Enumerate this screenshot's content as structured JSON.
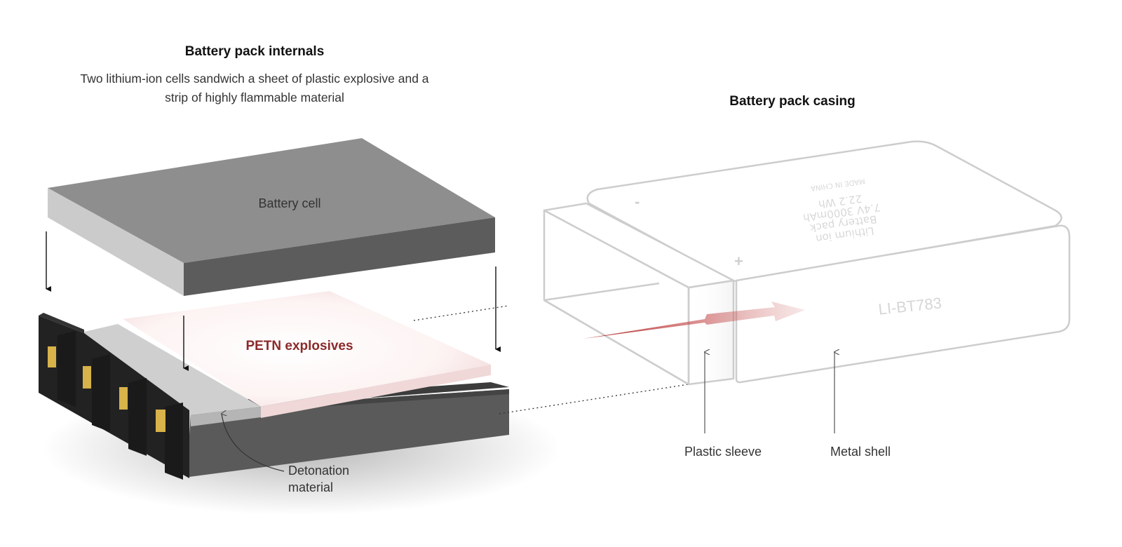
{
  "internals": {
    "title": "Battery pack internals",
    "subtitle_line1": "Two lithium-ion cells sandwich a sheet of plastic explosive and a",
    "subtitle_line2": "strip of highly flammable material",
    "labels": {
      "battery_cell": "Battery cell",
      "petn": "PETN explosives",
      "detonation_line1": "Detonation",
      "detonation_line2": "material"
    }
  },
  "casing": {
    "title": "Battery pack casing",
    "model": "LI-BT783",
    "label_lines": [
      "Lithium ion",
      "Battery pack",
      "7.4V 3000mAh",
      "22.2 Wh",
      "MADE IN CHINA"
    ],
    "plus_sign": "+",
    "minus_sign": "-",
    "labels": {
      "plastic_sleeve": "Plastic sleeve",
      "metal_shell": "Metal shell"
    }
  },
  "colors": {
    "cell_top": "#8c8c8c",
    "cell_front": "#5c5c5c",
    "cell_side": "#c9c9c9",
    "petn_fill": "#fbeaea",
    "petn_text": "#8c2a2a",
    "terminal_gold": "#d8b24a",
    "casing_stroke": "#cfcfcf",
    "arrow_red": "#b02020"
  }
}
